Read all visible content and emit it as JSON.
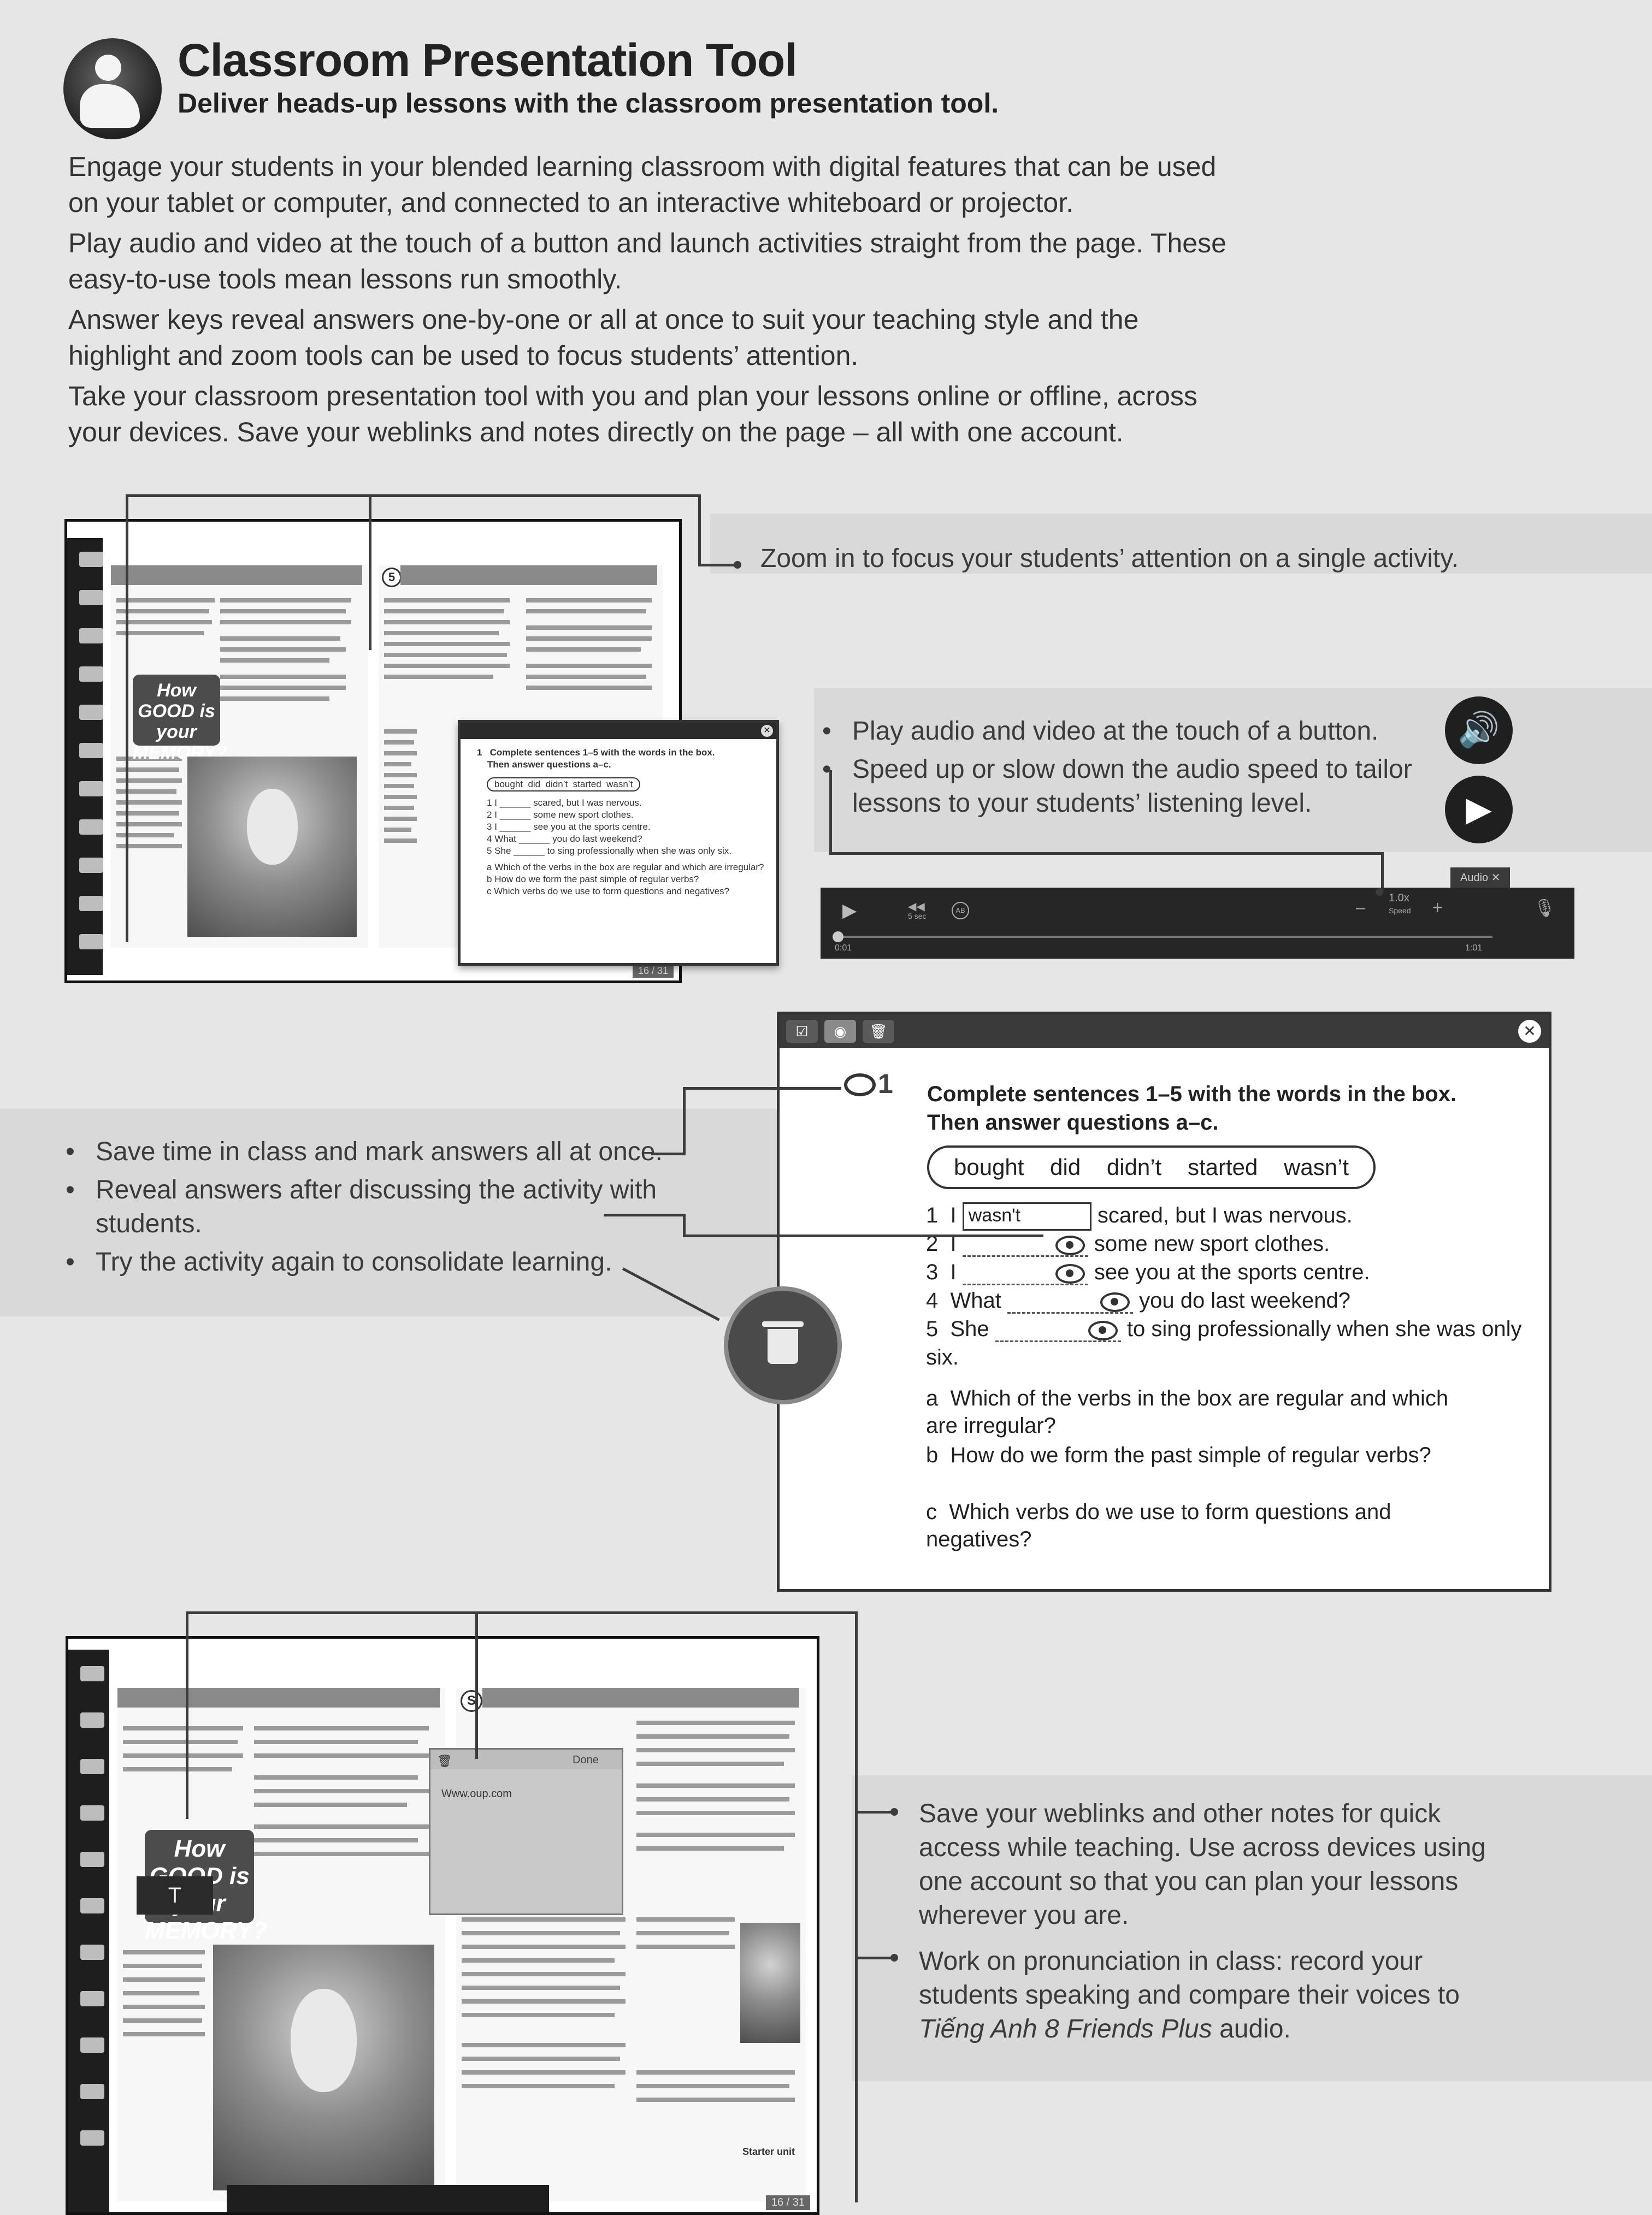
{
  "header": {
    "title": "Classroom Presentation Tool",
    "subtitle": "Deliver heads-up lessons with the classroom presentation tool."
  },
  "intro": [
    "Engage your students in your blended learning classroom with digital features that can be used on your tablet or computer, and connected to an interactive whiteboard or projector.",
    "Play audio and video at the touch of a button and launch activities straight from the page. These easy-to-use tools mean lessons run smoothly.",
    "Answer keys reveal answers one-by-one or all at once to suit your teaching style and the highlight and zoom tools can be used to focus students’ attention.",
    "Take your classroom presentation tool with you and plan your lessons online or offline, across your devices. Save your weblinks and notes directly on the page – all with one account."
  ],
  "callouts": {
    "zoom": "Zoom in to focus your students’ attention on a single activity.",
    "audio": [
      "Play audio and video at the touch of a button.",
      "Speed up or slow down the audio speed to tailor lessons to your students’ listening level."
    ],
    "answers": [
      "Save time in class and mark answers all at once.",
      "Reveal answers after discussing the activity with students.",
      "Try the activity again to consolidate learning."
    ],
    "notes": "Save your weblinks and other notes for quick access while teaching. Use across devices using one account so that you can plan your lessons wherever you are.",
    "pronunciation_prefix": "Work on pronunciation in class: record your students speaking and compare their voices to ",
    "pronunciation_title": "Tiếng Anh 8 Friends Plus",
    "pronunciation_suffix": " audio."
  },
  "shot1": {
    "section_number": "5",
    "good_memory": "How GOOD is your MEMORY?",
    "page_number": "16 / 31"
  },
  "audio_player": {
    "tab_label": "Audio ✕",
    "speed": "1.0x",
    "speed_label": "Speed",
    "minus": "–",
    "plus": "+",
    "back_label": "5 sec",
    "ab_label": "AB",
    "time_start": "0:01",
    "time_end": "1:01"
  },
  "activity": {
    "number": "1",
    "instruction_line1": "Complete sentences 1–5 with the words in the box.",
    "instruction_line2": "Then answer questions a–c.",
    "words": [
      "bought",
      "did",
      "didn’t",
      "started",
      "wasn’t"
    ],
    "sentences": [
      {
        "num": "1",
        "pre": "I",
        "answer": "wasn't",
        "post": "scared, but I was nervous."
      },
      {
        "num": "2",
        "pre": "I",
        "answer": "",
        "post": "some new sport clothes."
      },
      {
        "num": "3",
        "pre": "I",
        "answer": "",
        "post": "see you at the sports centre."
      },
      {
        "num": "4",
        "pre": "What",
        "answer": "",
        "post": "you do last weekend?"
      },
      {
        "num": "5",
        "pre": "She",
        "answer": "",
        "post": "to sing professionally when she was only six."
      }
    ],
    "questions": [
      {
        "letter": "a",
        "text": "Which of the verbs in the box are regular and which are irregular?"
      },
      {
        "letter": "b",
        "text": "How do we form the past simple of regular verbs?"
      },
      {
        "letter": "c",
        "text": "Which verbs do we use to form questions and negatives?"
      }
    ]
  },
  "shot2": {
    "section_number": "S",
    "note_done": "Done",
    "note_url": "Www.oup.com",
    "good_memory": "How GOOD is your MEMORY?",
    "starter_unit": "Starter unit",
    "page_number": "16 / 31"
  },
  "colors": {
    "background": "#e6e6e6",
    "band": "#d9d9d9",
    "dark": "#1e1e1e"
  }
}
